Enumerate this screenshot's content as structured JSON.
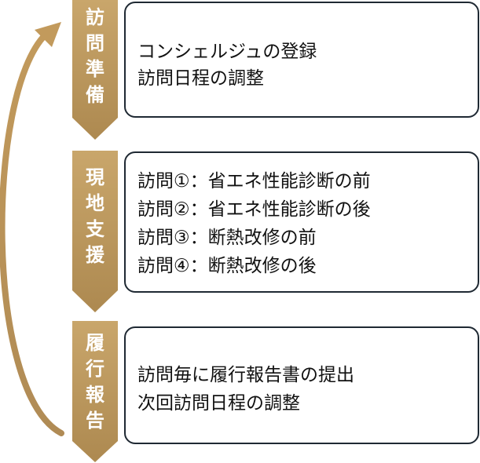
{
  "colors": {
    "gold_start": "#c8a46a",
    "gold_end": "#a8834a",
    "border": "#1f2933"
  },
  "steps": [
    {
      "label_chars": [
        "訪",
        "問",
        "準",
        "備"
      ],
      "lines": [
        "コンシェルジュの登録",
        "訪問日程の調整"
      ]
    },
    {
      "label_chars": [
        "現",
        "地",
        "支",
        "援"
      ],
      "lines": [
        "訪問①：省エネ性能診断の前",
        "訪問②：省エネ性能診断の後",
        "訪問③：断熱改修の前",
        "訪問④：断熱改修の後"
      ]
    },
    {
      "label_chars": [
        "履",
        "行",
        "報",
        "告"
      ],
      "lines": [
        "訪問毎に履行報告書の提出",
        "次回訪問日程の調整"
      ]
    }
  ]
}
